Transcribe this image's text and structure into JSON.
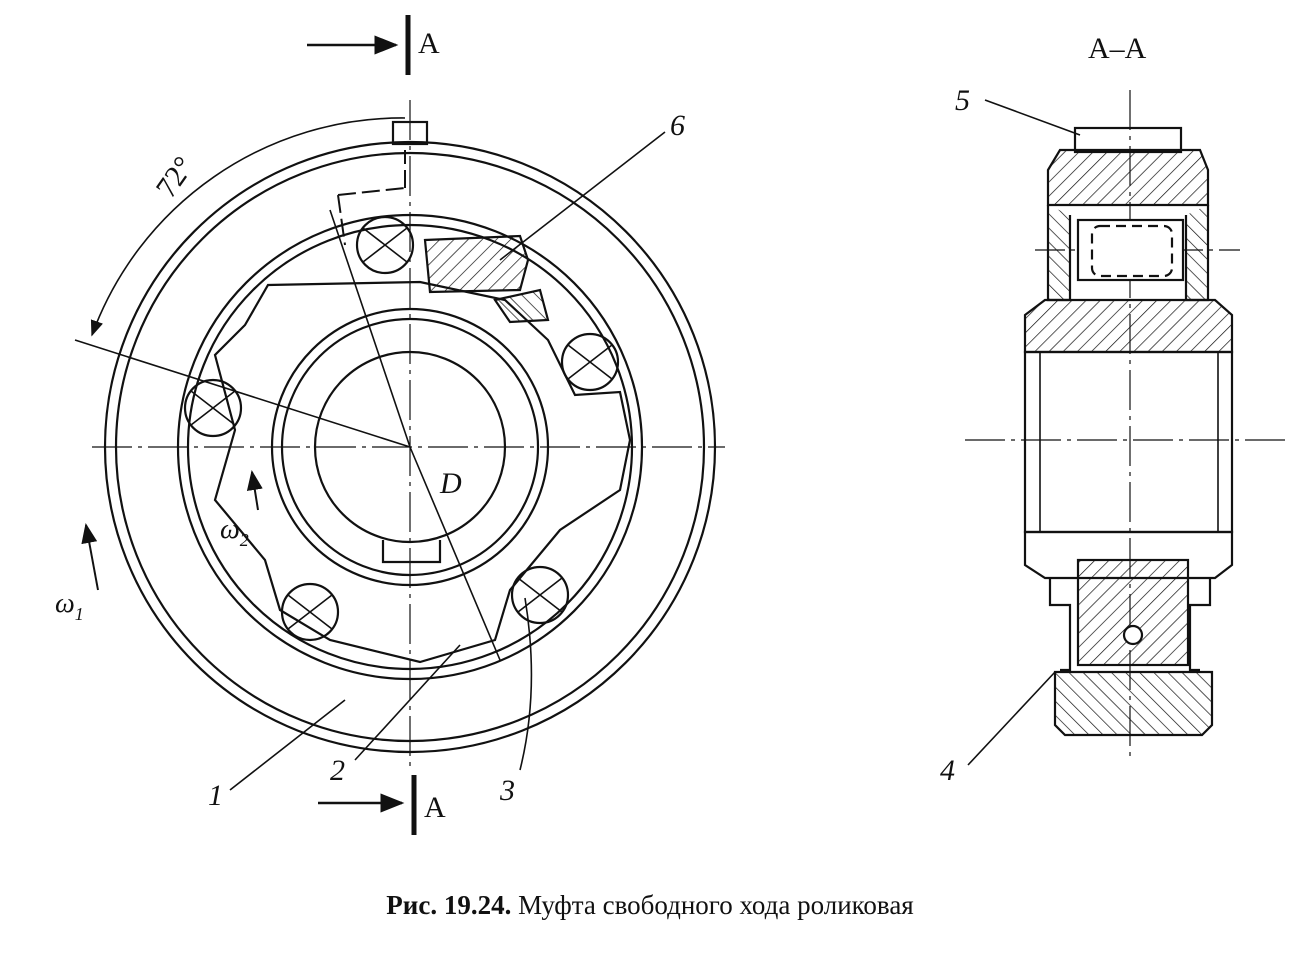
{
  "figure": {
    "front_view": {
      "section_marks": {
        "top": "A",
        "bottom": "A"
      },
      "angle_label": "72°",
      "diameter_label": "D",
      "omega1": {
        "base": "ω",
        "sub": "1"
      },
      "omega2": {
        "base": "ω",
        "sub": "2"
      },
      "callouts": [
        "1",
        "2",
        "3",
        "6"
      ]
    },
    "section_view": {
      "title": "A–A",
      "callouts": [
        "5",
        "4"
      ]
    }
  },
  "caption": {
    "number": "Рис. 19.24.",
    "text": "Муфта свободного хода роликовая"
  },
  "colors": {
    "ink": "#111111",
    "paper": "#ffffff"
  }
}
